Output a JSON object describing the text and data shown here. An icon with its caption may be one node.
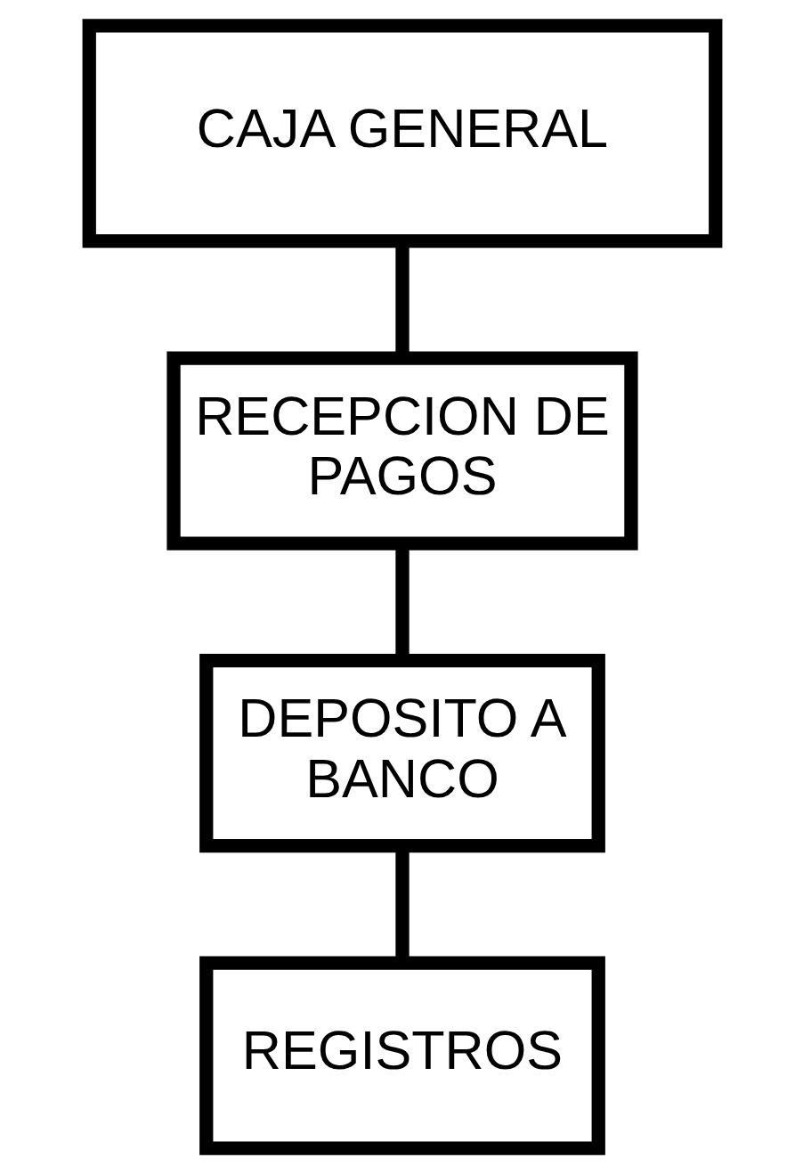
{
  "diagram": {
    "nodes": [
      {
        "text": [
          "CAJA GENERAL"
        ]
      },
      {
        "text": [
          "RECEPCION DE PAGOS"
        ]
      },
      {
        "text": [
          "DEPOSITO A BANCO"
        ]
      },
      {
        "text": [
          "REGISTROS"
        ]
      }
    ],
    "edges": [
      {
        "from": 0,
        "to": 1,
        "arrow": "none"
      },
      {
        "from": 1,
        "to": 2,
        "arrow": "none"
      },
      {
        "from": 2,
        "to": 3,
        "arrow": "none"
      }
    ]
  }
}
